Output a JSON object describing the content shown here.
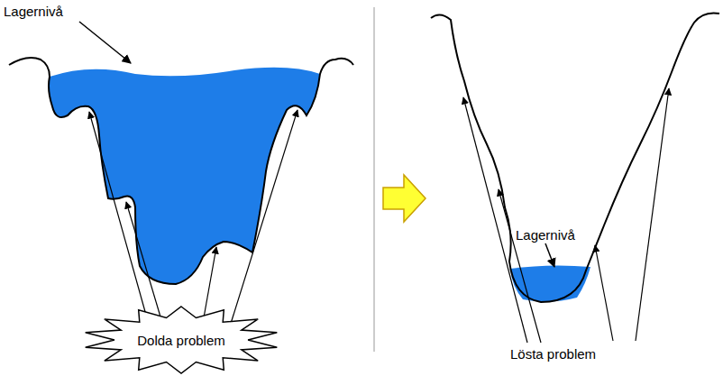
{
  "diagram": {
    "nodes": [
      {
        "text": [
          "Dolda problem"
        ]
      }
    ],
    "labels": [
      "Lagernivå",
      "Lagernivå",
      "Lösta problem"
    ]
  }
}
